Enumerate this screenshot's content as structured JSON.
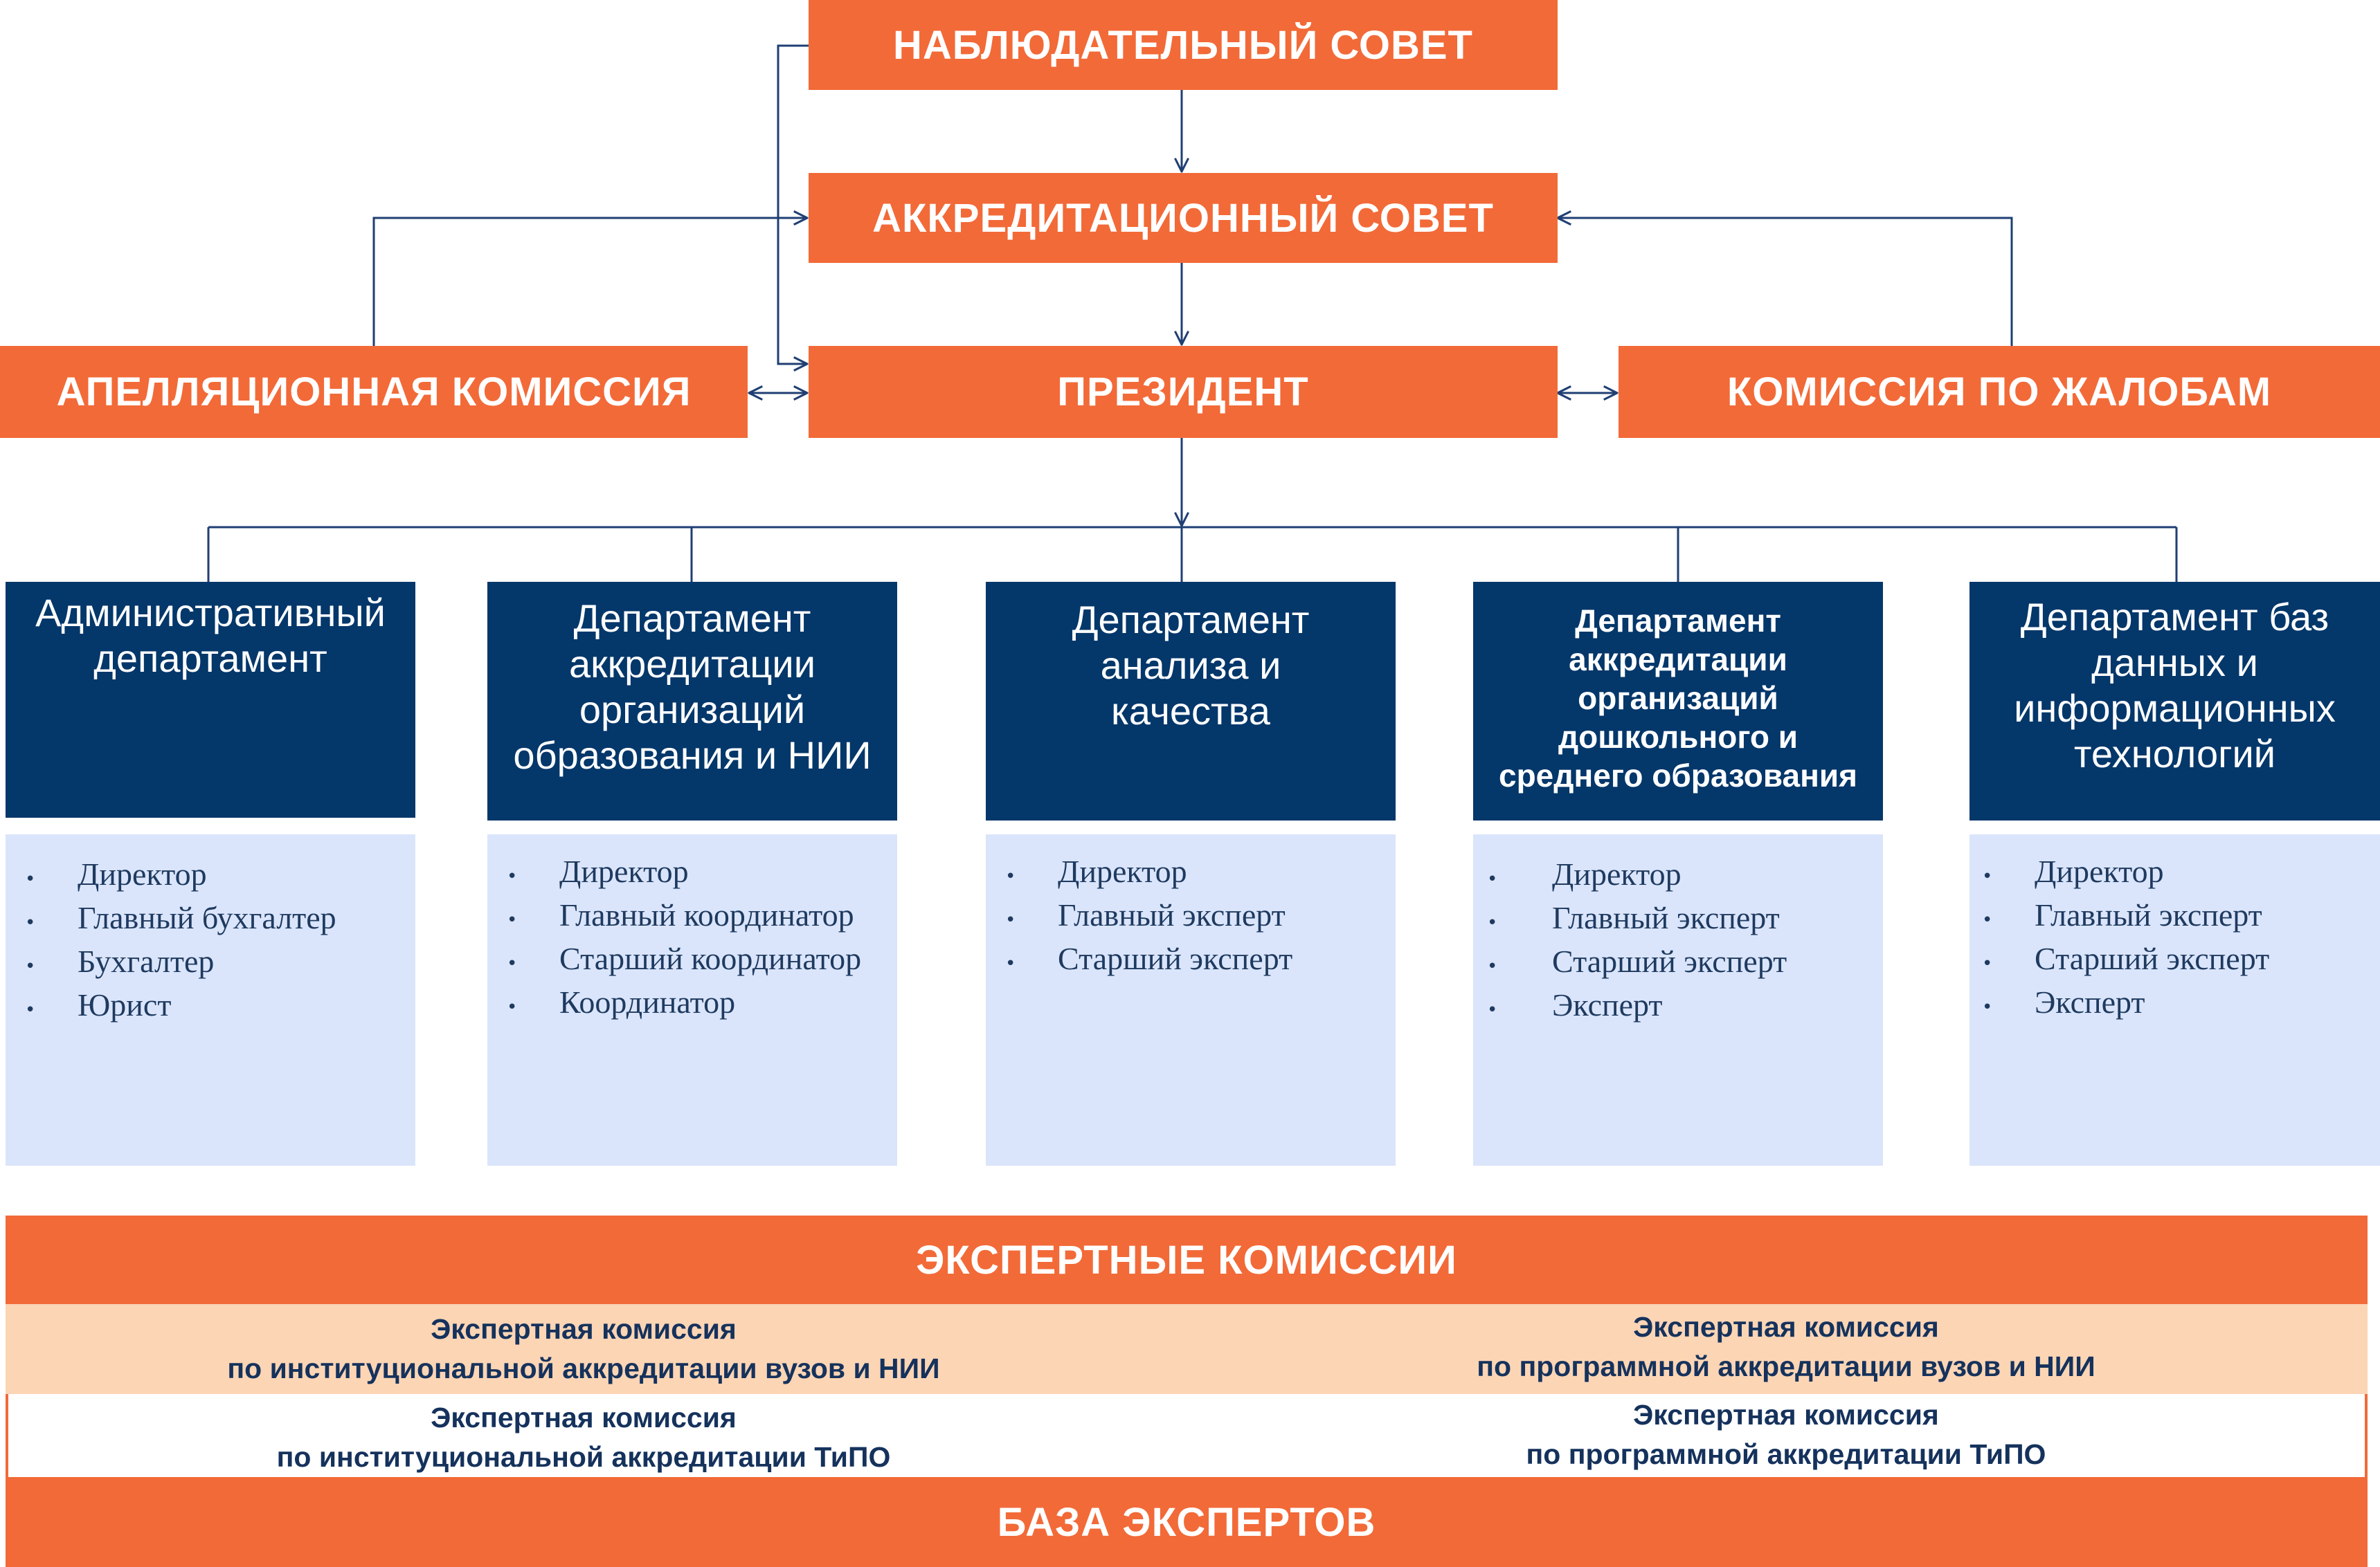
{
  "top_boxes": {
    "supervisory_board": "НАБЛЮДАТЕЛЬНЫЙ СОВЕТ",
    "accreditation_council": "АККРЕДИТАЦИОННЫЙ СОВЕТ",
    "president": "ПРЕЗИДЕНТ",
    "appeals_commission": "АПЕЛЛЯЦИОННАЯ КОМИССИЯ",
    "complaints_commission": "КОМИССИЯ ПО ЖАЛОБАМ"
  },
  "departments": [
    {
      "title_lines": [
        "Административный",
        "департамент"
      ],
      "roles": [
        "Директор",
        "Главный бухгалтер",
        "Бухгалтер",
        "Юрист"
      ]
    },
    {
      "title_lines": [
        "Департамент",
        "аккредитации",
        "организаций",
        "образования и НИИ"
      ],
      "roles": [
        "Директор",
        "Главный координатор",
        "Старший координатор",
        "Координатор"
      ]
    },
    {
      "title_lines": [
        "Департамент",
        "анализа и",
        "качества"
      ],
      "roles": [
        "Директор",
        "Главный эксперт",
        "Старший эксперт"
      ]
    },
    {
      "title_lines": [
        "Департамент",
        "аккредитации",
        "организаций",
        "дошкольного и",
        "среднего образования"
      ],
      "roles": [
        "Директор",
        "Главный эксперт",
        "Старший эксперт",
        "Эксперт"
      ]
    },
    {
      "title_lines": [
        "Департамент баз",
        "данных и",
        "информационных",
        "технологий"
      ],
      "roles": [
        "Директор",
        "Главный эксперт",
        "Старший эксперт",
        "Эксперт"
      ]
    }
  ],
  "bullet_symbol": "•",
  "expert_section": {
    "header": "ЭКСПЕРТНЫЕ КОМИССИИ",
    "commissions": [
      {
        "line1": "Экспертная комиссия",
        "line2": "по институциональной аккредитации вузов и НИИ"
      },
      {
        "line1": "Экспертная комиссия",
        "line2": "по программной аккредитации вузов и НИИ"
      },
      {
        "line1": "Экспертная комиссия",
        "line2": "по институциональной аккредитации ТиПО"
      },
      {
        "line1": "Экспертная комиссия",
        "line2": "по программной аккредитации ТиПО"
      }
    ],
    "footer": "БАЗА ЭКСПЕРТОВ"
  },
  "colors": {
    "orange": "#f26a38",
    "navy": "#04376a",
    "light_blue": "#dae5fb",
    "peach": "#fcd5b5",
    "connector": "#1f3f73"
  }
}
